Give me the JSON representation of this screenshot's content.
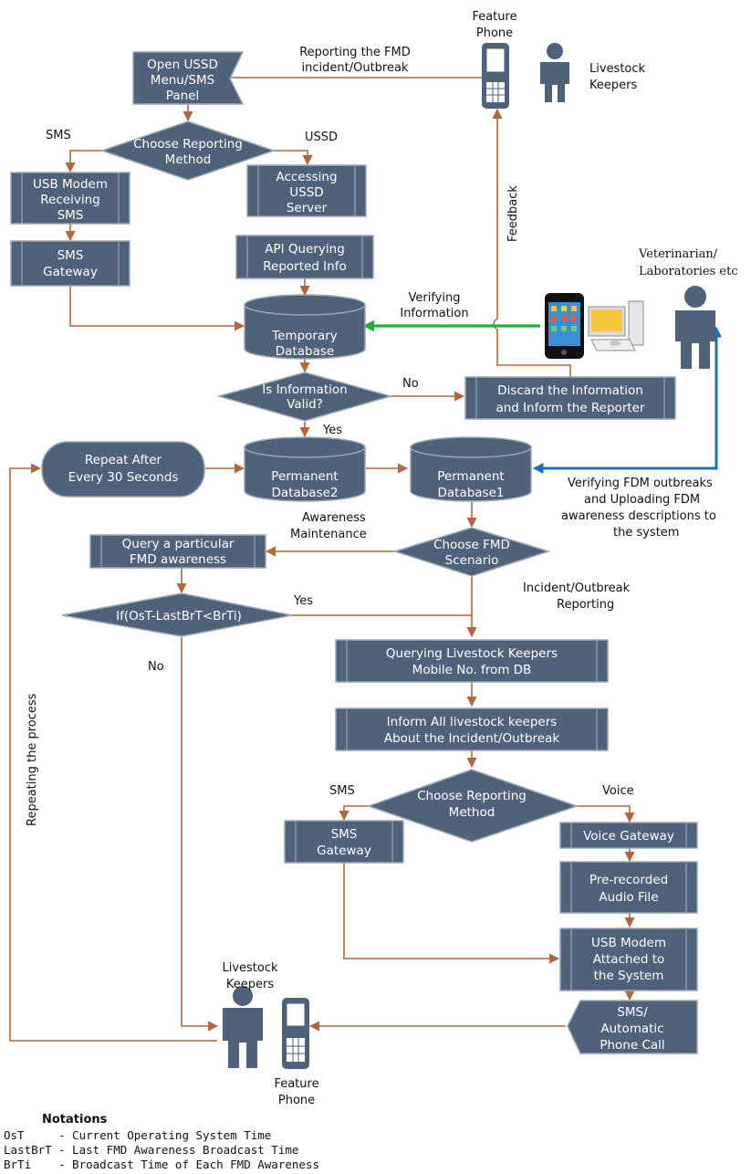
{
  "nodes": {
    "open_ussd": [
      "Open USSD",
      "Menu/SMS",
      "Panel"
    ],
    "choose_method_top": [
      "Choose Reporting",
      "Method"
    ],
    "usb_modem_top": [
      "USB Modem",
      "Receiving",
      "SMS"
    ],
    "accessing_ussd": [
      "Accessing",
      "USSD",
      "Server"
    ],
    "sms_gateway_top": [
      "SMS",
      "Gateway"
    ],
    "api_query": [
      "API Querying",
      "Reported Info"
    ],
    "temp_db": [
      "Temporary",
      "Database"
    ],
    "is_valid": [
      "Is Information",
      "Valid?"
    ],
    "discard": [
      "Discard the Information",
      "and Inform the Reporter"
    ],
    "repeat": [
      "Repeat After",
      "Every 30 Seconds"
    ],
    "perm_db2": [
      "Permanent",
      "Database2"
    ],
    "perm_db1": [
      "Permanent",
      "Database1"
    ],
    "choose_fmd": [
      "Choose FMD",
      "Scenario"
    ],
    "query_awareness": [
      "Query a particular",
      "FMD awareness"
    ],
    "if_cond": [
      "If(OsT-LastBrT<BrTi)"
    ],
    "query_keepers": [
      "Querying Livestock Keepers",
      "Mobile No. from DB"
    ],
    "inform_all": [
      "Inform  All livestock keepers",
      "About the Incident/Outbreak"
    ],
    "choose_method_bottom": [
      "Choose Reporting",
      "Method"
    ],
    "sms_gateway_bottom": [
      "SMS",
      "Gateway"
    ],
    "voice_gateway": [
      "Voice Gateway"
    ],
    "prerecorded": [
      "Pre-recorded",
      "Audio File"
    ],
    "usb_modem_bottom": [
      "USB Modem",
      "Attached to",
      "the System"
    ],
    "sms_call": [
      "SMS/",
      "Automatic",
      "Phone Call"
    ]
  },
  "labels": {
    "feature_phone_top": [
      "Feature",
      "Phone"
    ],
    "livestock_keepers_top": [
      "Livestock",
      "Keepers"
    ],
    "reporting_incident": [
      "Reporting the FMD",
      "incident/Outbreak"
    ],
    "sms_left": "SMS",
    "ussd": "USSD",
    "feedback": "Feedback",
    "veterinarian": [
      "Veterinarian/",
      "Laboratories etc"
    ],
    "verifying_info": [
      "Verifying",
      "Information"
    ],
    "no_valid": "No",
    "yes_valid": "Yes",
    "verifying_fdm": [
      "Verifying FDM outbreaks",
      "and Uploading FDM",
      "awareness descriptions to",
      "the system"
    ],
    "awareness_maintenance": [
      "Awareness",
      "Maintenance"
    ],
    "incident_reporting": [
      "Incident/Outbreak",
      "Reporting"
    ],
    "yes_if": "Yes",
    "no_if": "No",
    "repeating": "Repeating the process",
    "sms_bottom": "SMS",
    "voice": "Voice",
    "livestock_keepers_bottom": [
      "Livestock",
      "Keepers"
    ],
    "feature_phone_bottom": [
      "Feature",
      "Phone"
    ]
  },
  "notations": {
    "title": "Notations",
    "items": [
      {
        "abbr": "OsT",
        "desc": "- Current Operating System Time"
      },
      {
        "abbr": "LastBrT",
        "desc": "- Last FMD Awareness Broadcast Time"
      },
      {
        "abbr": "BrTi",
        "desc": "- Broadcast Time of Each FMD Awareness"
      }
    ]
  },
  "icons": [
    "feature-phone-icon",
    "person-icon",
    "smartphone-icon",
    "desktop-computer-icon"
  ],
  "colors": {
    "shape": "#4f6279",
    "arrow": "#b0683f",
    "green_arrow": "#1db33a",
    "blue_arrow": "#1a6fc2"
  }
}
